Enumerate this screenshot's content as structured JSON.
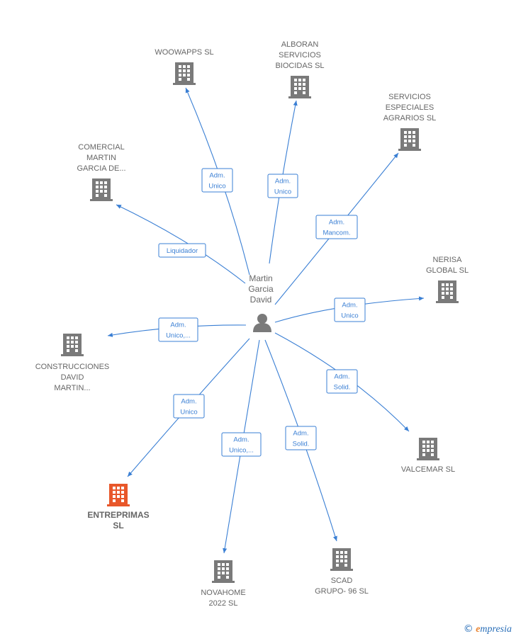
{
  "center": {
    "name_lines": [
      "Martin",
      "Garcia",
      "David"
    ],
    "icon": "person-icon"
  },
  "colors": {
    "edge": "#3a7fd4",
    "company": "#7a7a7a",
    "highlight": "#e8572a"
  },
  "nodes": [
    {
      "id": "woowapps",
      "lines": [
        "WOOWAPPS SL"
      ],
      "role_lines": [
        "Adm.",
        "Unico"
      ],
      "highlight": false,
      "icon": "building-icon"
    },
    {
      "id": "alboran",
      "lines": [
        "ALBORAN",
        "SERVICIOS",
        "BIOCIDAS  SL"
      ],
      "role_lines": [
        "Adm.",
        "Unico"
      ],
      "highlight": false,
      "icon": "building-icon"
    },
    {
      "id": "servicios",
      "lines": [
        "SERVICIOS",
        "ESPECIALES",
        "AGRARIOS  SL"
      ],
      "role_lines": [
        "Adm.",
        "Mancom."
      ],
      "highlight": false,
      "icon": "building-icon"
    },
    {
      "id": "comercial",
      "lines": [
        "COMERCIAL",
        "MARTIN",
        "GARCIA DE..."
      ],
      "role_lines": [
        "Liquidador"
      ],
      "highlight": false,
      "icon": "building-icon"
    },
    {
      "id": "nerisa",
      "lines": [
        "NERISA",
        "GLOBAL SL"
      ],
      "role_lines": [
        "Adm.",
        "Unico"
      ],
      "highlight": false,
      "icon": "building-icon"
    },
    {
      "id": "construcciones",
      "lines": [
        "CONSTRUCCIONES",
        "DAVID",
        "MARTIN..."
      ],
      "role_lines": [
        "Adm.",
        "Unico,..."
      ],
      "highlight": false,
      "icon": "building-icon"
    },
    {
      "id": "valcemar",
      "lines": [
        "VALCEMAR SL"
      ],
      "role_lines": [
        "Adm.",
        "Solid."
      ],
      "highlight": false,
      "icon": "building-icon"
    },
    {
      "id": "entreprimas",
      "lines": [
        "ENTREPRIMAS",
        "SL"
      ],
      "role_lines": [
        "Adm.",
        "Unico"
      ],
      "highlight": true,
      "icon": "building-icon"
    },
    {
      "id": "novahome",
      "lines": [
        "NOVAHOME",
        "2022  SL"
      ],
      "role_lines": [
        "Adm.",
        "Unico,..."
      ],
      "highlight": false,
      "icon": "building-icon"
    },
    {
      "id": "scad",
      "lines": [
        "SCAD",
        "GRUPO- 96  SL"
      ],
      "role_lines": [
        "Adm.",
        "Solid."
      ],
      "highlight": false,
      "icon": "building-icon"
    }
  ],
  "footer": {
    "copyright_symbol": "©",
    "brand_first": "e",
    "brand_rest": "mpresia"
  }
}
